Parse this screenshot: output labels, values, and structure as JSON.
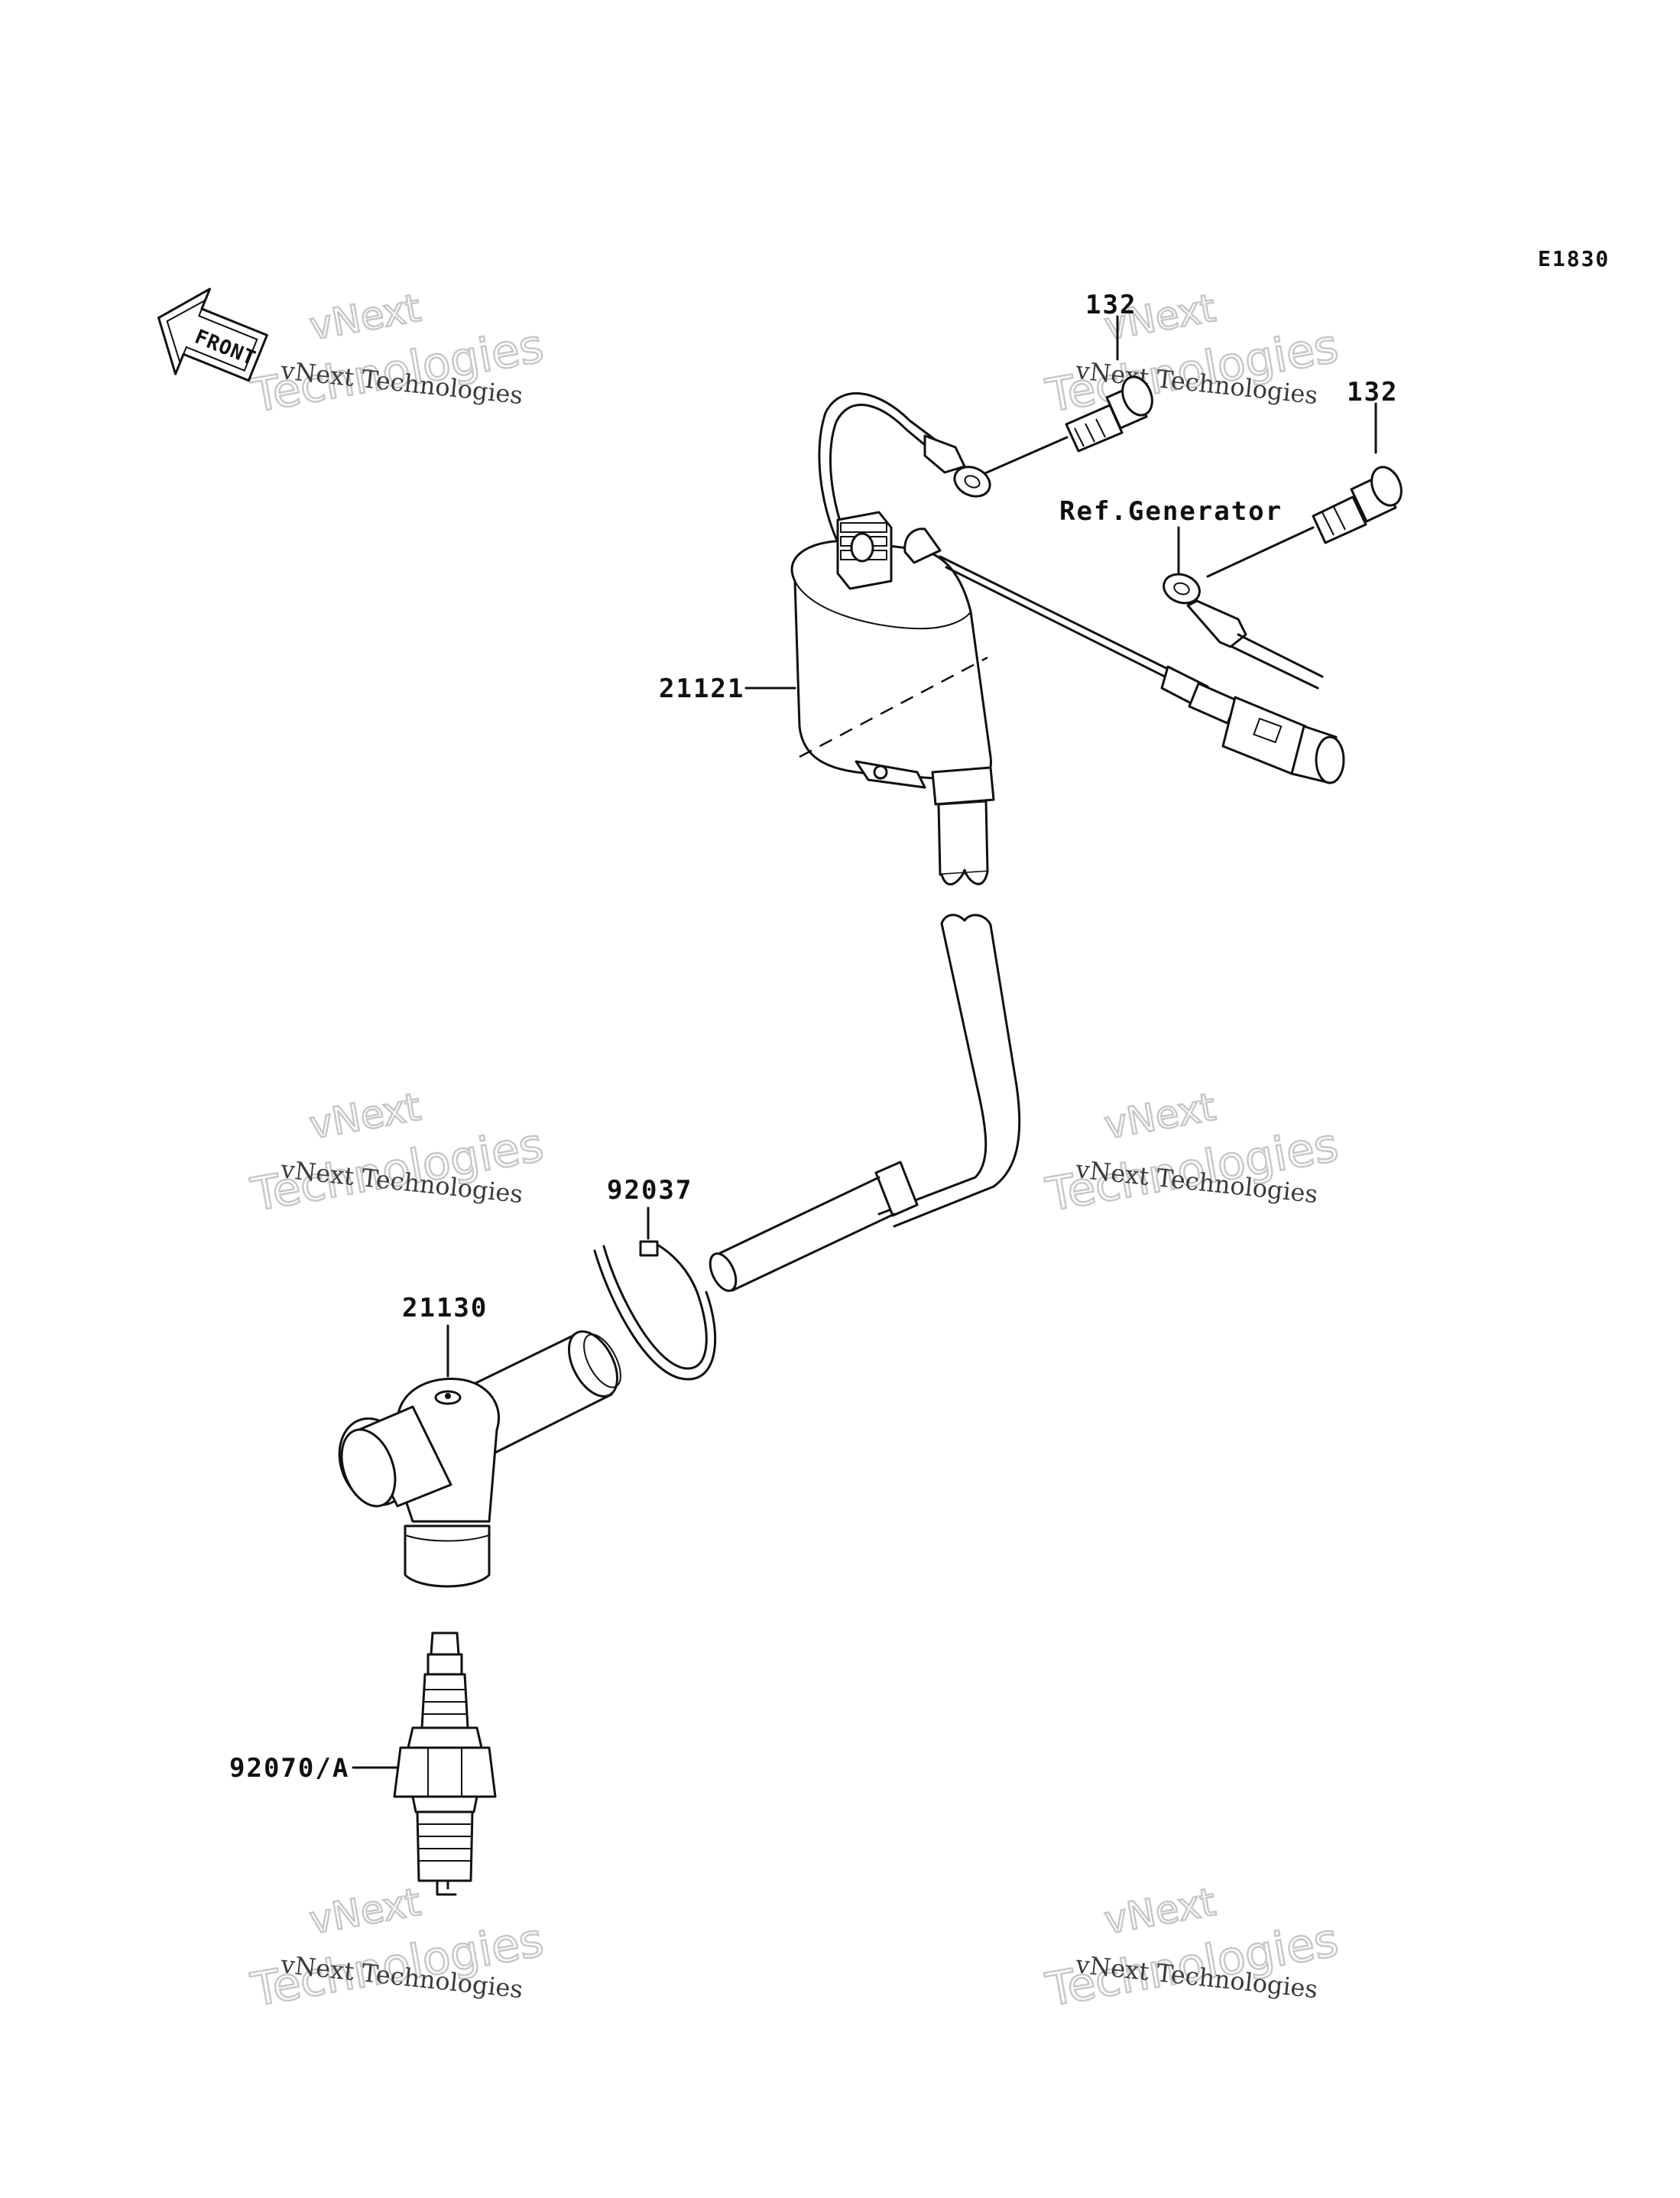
{
  "diagram_code": "E1830",
  "front_badge": "FRONT",
  "parts": {
    "bolt_upper": "132",
    "bolt_right": "132",
    "ref_generator": "Ref.Generator",
    "ignition_coil": "21121",
    "clamp": "92037",
    "plug_cap": "21130",
    "spark_plug": "92070/A"
  },
  "watermark": {
    "small": "vNext Technologies",
    "large_top": "vNext",
    "large_bottom": "Technologies"
  }
}
